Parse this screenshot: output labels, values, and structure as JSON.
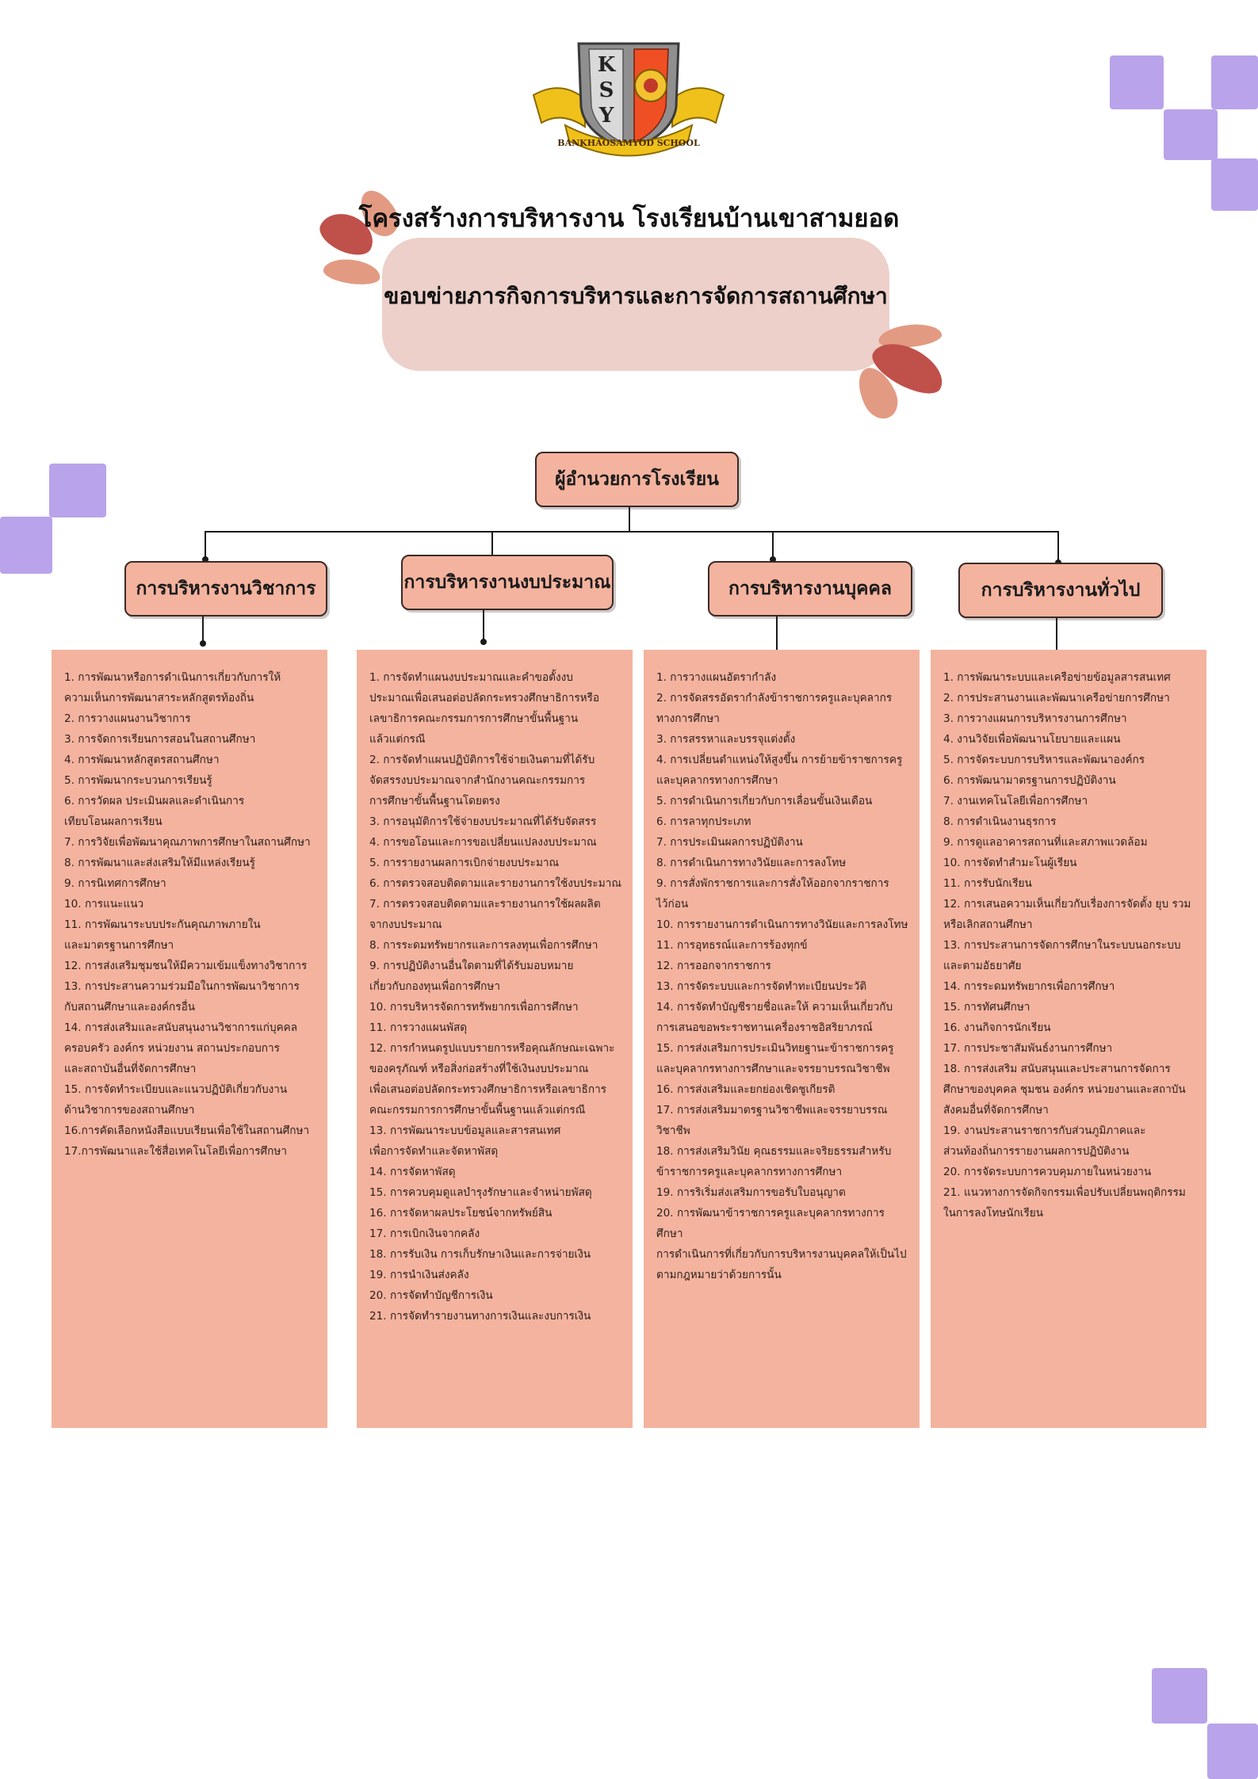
{
  "logo": {
    "letters": [
      "K",
      "S",
      "Y"
    ],
    "banner_text": "BANKHAOSAMYOD SCHOOL"
  },
  "header": {
    "title": "โครงสร้างการบริหารงาน โรงเรียนบ้านเขาสามยอด",
    "subtitle": "ขอบข่ายภารกิจการบริหารและการจัดการสถานศึกษา"
  },
  "colors": {
    "box": "#f4b39e",
    "pill": "#ecd0c9",
    "decor": "#b9a3ea",
    "petal_dark": "#c0504a",
    "petal_light": "#e39a82"
  },
  "org": {
    "root": "ผู้อำนวยการโรงเรียน",
    "departments": [
      {
        "title": "การบริหารงานวิชาการ",
        "items": [
          "1. การพัฒนาหรือการดำเนินการเกี่ยวกับการให้",
          "ความเห็นการพัฒนาสาระหลักสูตรท้องถิ่น",
          "2. การวางแผนงานวิชาการ",
          "3. การจัดการเรียนการสอนในสถานศึกษา",
          "4. การพัฒนาหลักสูตรสถานศึกษา",
          "5. การพัฒนากระบวนการเรียนรู้",
          "6. การวัดผล ประเมินผลและดำเนินการ",
          "เทียบโอนผลการเรียน",
          "7. การวิจัยเพื่อพัฒนาคุณภาพการศึกษาในสถานศึกษา",
          "8. การพัฒนาและส่งเสริมให้มีแหล่งเรียนรู้",
          "9. การนิเทศการศึกษา",
          "10. การแนะแนว",
          "11. การพัฒนาระบบประกันคุณภาพภายใน",
          "และมาตรฐานการศึกษา",
          "12. การส่งเสริมชุมชนให้มีความเข้มแข็งทางวิชาการ",
          "13. การประสานความร่วมมือในการพัฒนาวิชาการ",
          "กับสถานศึกษาและองค์กรอื่น",
          "14. การส่งเสริมและสนับสนุนงานวิชาการแก่บุคคล",
          "ครอบครัว องค์กร หน่วยงาน สถานประกอบการ",
          "และสถาบันอื่นที่จัดการศึกษา",
          "15. การจัดทำระเบียบและแนวปฏิบัติเกี่ยวกับงาน",
          "ด้านวิชาการของสถานศึกษา",
          "16.การคัดเลือกหนังสือแบบเรียนเพื่อใช้ในสถานศึกษา",
          "17.การพัฒนาและใช้สื่อเทคโนโลยีเพื่อการศึกษา"
        ]
      },
      {
        "title": "การบริหารงานงบประมาณ",
        "items": [
          "1. การจัดทำแผนงบประมาณและคำขอตั้งงบ",
          "ประมาณเพื่อเสนอต่อปลัดกระทรวงศึกษาธิการหรือ",
          "เลขาธิการคณะกรรมการการศึกษาขั้นพื้นฐาน",
          "แล้วแต่กรณี",
          "2. การจัดทำแผนปฏิบัติการใช้จ่ายเงินตามที่ได้รับ",
          "จัดสรรงบประมาณจากสำนักงานคณะกรรมการ",
          "การศึกษาขั้นพื้นฐานโดยตรง",
          "3. การอนุมัติการใช้จ่ายงบประมาณที่ได้รับจัดสรร",
          "4. การขอโอนและการขอเปลี่ยนแปลงงบประมาณ",
          "5. การรายงานผลการเบิกจ่ายงบประมาณ",
          "6. การตรวจสอบติดตามและรายงานการใช้งบประมาณ",
          "7. การตรวจสอบติดตามและรายงานการใช้ผลผลิต",
          "จากงบประมาณ",
          "8. การระดมทรัพยากรและการลงทุนเพื่อการศึกษา",
          "9. การปฏิบัติงานอื่นใดตามที่ได้รับมอบหมาย",
          "เกี่ยวกับกองทุนเพื่อการศึกษา",
          "10. การบริหารจัดการทรัพยากรเพื่อการศึกษา",
          "11. การวางแผนพัสดุ",
          "12. การกำหนดรูปแบบรายการหรือคุณลักษณะเฉพาะ",
          "ของครุภัณฑ์ หรือสิ่งก่อสร้างที่ใช้เงินงบประมาณ",
          "เพื่อเสนอต่อปลัดกระทรวงศึกษาธิการหรือเลขาธิการ",
          "คณะกรรมการการศึกษาขั้นพื้นฐานแล้วแต่กรณี",
          "13. การพัฒนาระบบข้อมูลและสารสนเทศ",
          "เพื่อการจัดทำและจัดหาพัสดุ",
          "14. การจัดหาพัสดุ",
          "15. การควบคุมดูแลบำรุงรักษาและจำหน่ายพัสดุ",
          "16. การจัดหาผลประโยชน์จากทรัพย์สิน",
          "17. การเบิกเงินจากคลัง",
          "18. การรับเงิน การเก็บรักษาเงินและการจ่ายเงิน",
          "19. การนำเงินส่งคลัง",
          "20. การจัดทำบัญชีการเงิน",
          "21. การจัดทำรายงานทางการเงินและงบการเงิน"
        ]
      },
      {
        "title": "การบริหารงานบุคคล",
        "items": [
          "1. การวางแผนอัตรากำลัง",
          "2. การจัดสรรอัตรากำลังข้าราชการครูและบุคลากร",
          "ทางการศึกษา",
          "3. การสรรหาและบรรจุแต่งตั้ง",
          "4. การเปลี่ยนตำแหน่งให้สูงขึ้น การย้ายข้าราชการครู",
          "และบุคลากรทางการศึกษา",
          "5. การดำเนินการเกี่ยวกับการเลื่อนขั้นเงินเดือน",
          "6. การลาทุกประเภท",
          "7. การประเมินผลการปฏิบัติงาน",
          "8. การดำเนินการทางวินัยและการลงโทษ",
          "9. การสั่งพักราชการและการสั่งให้ออกจากราชการ",
          "ไว้ก่อน",
          "10. การรายงานการดำเนินการทางวินัยและการลงโทษ",
          "11. การอุทธรณ์และการร้องทุกข์",
          "12. การออกจากราชการ",
          "13. การจัดระบบและการจัดทำทะเบียนประวัติ",
          "14. การจัดทำบัญชีรายชื่อและให้ ความเห็นเกี่ยวกับ",
          "การเสนอขอพระราชทานเครื่องราชอิสริยาภรณ์",
          "15. การส่งเสริมการประเมินวิทยฐานะข้าราชการครู",
          "และบุคลากรทางการศึกษาและจรรยาบรรณวิชาชีพ",
          "16. การส่งเสริมและยกย่องเชิดชูเกียรติ",
          "17. การส่งเสริมมาตรฐานวิชาชีพและจรรยาบรรณ",
          "วิชาชีพ",
          "18. การส่งเสริมวินัย คุณธรรมและจริยธรรมสำหรับ",
          "ข้าราชการครูและบุคลากรทางการศึกษา",
          "19. การริเริ่มส่งเสริมการขอรับใบอนุญาต",
          "20. การพัฒนาข้าราชการครูและบุคลากรทางการศึกษา",
          "การดำเนินการที่เกี่ยวกับการบริหารงานบุคคลให้เป็นไป",
          "ตามกฎหมายว่าด้วยการนั้น"
        ]
      },
      {
        "title": "การบริหารงานทั่วไป",
        "items": [
          "1. การพัฒนาระบบและเครือข่ายข้อมูลสารสนเทศ",
          "2. การประสานงานและพัฒนาเครือข่ายการศึกษา",
          "3. การวางแผนการบริหารงานการศึกษา",
          "4. งานวิจัยเพื่อพัฒนานโยบายและแผน",
          "5. การจัดระบบการบริหารและพัฒนาองค์กร",
          "6. การพัฒนามาตรฐานการปฏิบัติงาน",
          "7. งานเทคโนโลยีเพื่อการศึกษา",
          "8. การดำเนินงานธุรการ",
          "9. การดูแลอาคารสถานที่และสภาพแวดล้อม",
          "10. การจัดทำสำมะโนผู้เรียน",
          "11. การรับนักเรียน",
          "12. การเสนอความเห็นเกี่ยวกับเรื่องการจัดตั้ง ยุบ รวม",
          "หรือเลิกสถานศึกษา",
          "13. การประสานการจัดการศึกษาในระบบนอกระบบ",
          "และตามอัธยาศัย",
          "14. การระดมทรัพยากรเพื่อการศึกษา",
          "15. การทัศนศึกษา",
          "16. งานกิจการนักเรียน",
          "17. การประชาสัมพันธ์งานการศึกษา",
          "18. การส่งเสริม สนับสนุนและประสานการจัดการ",
          "ศึกษาของบุคคล ชุมชน องค์กร หน่วยงานและสถาบัน",
          "สังคมอื่นที่จัดการศึกษา",
          "19. งานประสานราชการกับส่วนภูมิภาคและ",
          "ส่วนท้องถิ่นการรายงานผลการปฏิบัติงาน",
          "20. การจัดระบบการควบคุมภายในหน่วยงาน",
          "21. แนวทางการจัดกิจกรรมเพื่อปรับเปลี่ยนพฤติกรรม",
          "ในการลงโทษนักเรียน"
        ]
      }
    ]
  }
}
